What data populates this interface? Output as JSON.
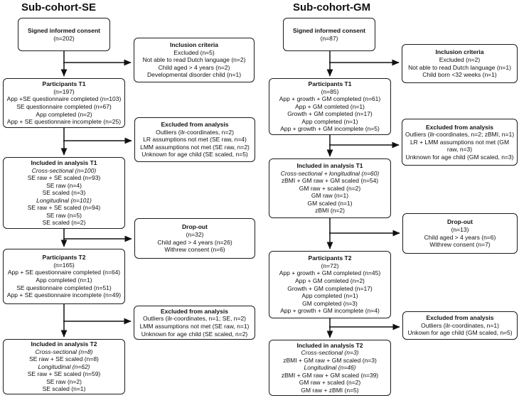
{
  "colors": {
    "ink": "#1b1b1b",
    "background": "#ffffff"
  },
  "se": {
    "title": "Sub-cohort-SE",
    "consent": [
      "Signed informed consent",
      "(n=202)"
    ],
    "inclusion": [
      "Inclusion criteria",
      "Excluded (n=5)",
      "Not able to read Dutch language (n=2)",
      "Child aged > 4 years (n=2)",
      "Developmental disorder child (n=1)"
    ],
    "participants_t1": [
      "Participants T1",
      "(n=197)",
      "App +SE questionnaire completed (n=103)",
      "SE questionnaire completed (n=67)",
      "App completed (n=2)",
      "App + SE questionnaire incomplete (n=25)"
    ],
    "excluded_t1": [
      "Excluded from analysis",
      "Outliers (ilr-coordinates, n=2)",
      "LR assumptions not met (SE raw, n=4)",
      "LMM assumptions not met (SE raw, n=2)",
      "Unknown for age child (SE scaled, n=5)"
    ],
    "included_t1": [
      "Included in analysis T1",
      "Cross-sectional (n=100)",
      "SE raw + SE scaled (n=93)",
      "SE raw (n=4)",
      "SE scaled (n=3)",
      "Longitudinal (n=101)",
      "SE raw + SE scaled (n=94)",
      "SE raw (n=5)",
      "SE scaled (n=2)"
    ],
    "dropout": [
      "Drop-out",
      "(n=32)",
      "Child aged > 4 years (n=26)",
      "Withrew consent (n=6)"
    ],
    "participants_t2": [
      "Participants T2",
      "(n=165)",
      "App + SE questionnaire completed (n=64)",
      "App completed (n=1)",
      "SE questionnaire completed (n=51)",
      "App + SE questionnaire incomplete (n=49)"
    ],
    "excluded_t2": [
      "Excluded from analysis",
      "Outliers (ilr-coordinates, n=1; SE, n=2)",
      "LMM assumptions not met (SE raw, n=1)",
      "Unknown for age child (SE scaled, n=2)"
    ],
    "included_t2": [
      "Included in analysis T2",
      "Cross-sectional (n=8)",
      "SE raw + SE scaled (n=8)",
      "Longitudinal (n=62)",
      "SE raw + SE scaled (n=59)",
      "SE raw (n=2)",
      "SE scaled (n=1)"
    ]
  },
  "gm": {
    "title": "Sub-cohort-GM",
    "consent": [
      "Signed informed consent",
      "(n=87)"
    ],
    "inclusion": [
      "Inclusion criteria",
      "Excluded (n=2)",
      "Not able to read Dutch language (n=1)",
      "Child born <32 weeks (n=1)"
    ],
    "participants_t1": [
      "Participants T1",
      "(n=85)",
      "App + growth + GM completed (n=61)",
      "App + GM comleted (n=1)",
      "Growth + GM completed (n=17)",
      "App completed (n=1)",
      "App + growth + GM incomplete (n=5)"
    ],
    "excluded_t1": [
      "Excluded from analysis",
      "Outliers (ilr-coordinates, n=2; zBMI, n=1)",
      "LR + LMM assumptions not met (GM raw, n=3)",
      "Unknown for age child (GM scaled, n=3)"
    ],
    "included_t1": [
      "Included in analysis T1",
      "Cross-sectional + longitudinal (n=60)",
      "zBMI + GM raw + GM scaled (n=54)",
      "GM raw + scaled (n=2)",
      "GM raw (n=1)",
      "GM scaled (n=1)",
      "zBMI (n=2)"
    ],
    "dropout": [
      "Drop-out",
      "(n=13)",
      "Child aged > 4 years (n=6)",
      "Withrew consent (n=7)"
    ],
    "participants_t2": [
      "Participants T2",
      "(n=72)",
      "App + growth + GM completed (n=45)",
      "App + GM comleted (n=2)",
      "Growth + GM completed (n=17)",
      "App completed (n=1)",
      "GM completed (n=3)",
      "App + growth + GM incomplete (n=4)"
    ],
    "excluded_t2": [
      "Excluded from analysis",
      "Outliers (ilr-coordinates, n=1)",
      "Unkown for age child (GM scaled, n=5)"
    ],
    "included_t2": [
      "Included in analysis T2",
      "Cross-sectional (n=3)",
      "zBMI + GM raw + GM scaled (n=3)",
      "Longitudinal (n=46)",
      "zBMI + GM raw + GM scaled (n=39)",
      "GM raw + scaled (n=2)",
      "GM raw + zBMI (n=5)"
    ]
  }
}
